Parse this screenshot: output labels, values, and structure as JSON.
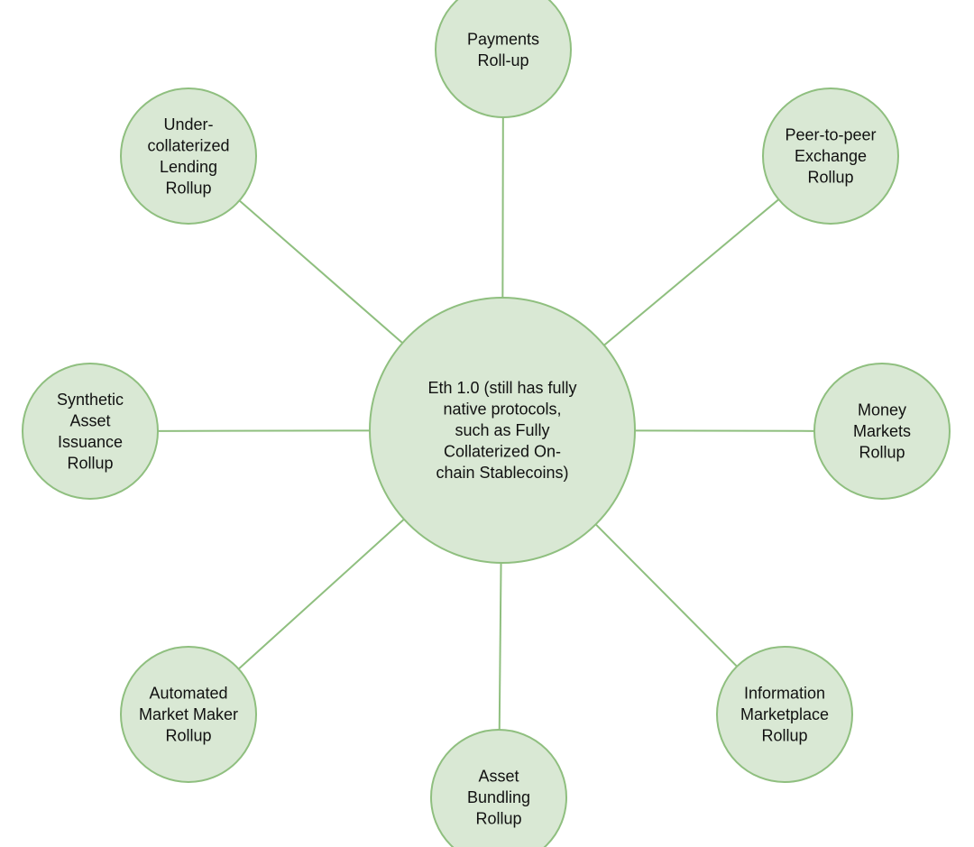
{
  "diagram": {
    "center": {
      "lines": [
        "Eth 1.0 (still has fully",
        "native protocols,",
        "such as Fully",
        "Collaterized On-",
        "chain Stablecoins)"
      ]
    },
    "nodes": [
      {
        "id": "payments",
        "lines": [
          "Payments",
          "Roll-up"
        ]
      },
      {
        "id": "peer-to-peer-exchange",
        "lines": [
          "Peer-to-peer",
          "Exchange",
          "Rollup"
        ]
      },
      {
        "id": "money-markets",
        "lines": [
          "Money",
          "Markets",
          "Rollup"
        ]
      },
      {
        "id": "information-marketplace",
        "lines": [
          "Information",
          "Marketplace",
          "Rollup"
        ]
      },
      {
        "id": "asset-bundling",
        "lines": [
          "Asset",
          "Bundling",
          "Rollup"
        ]
      },
      {
        "id": "automated-market-maker",
        "lines": [
          "Automated",
          "Market Maker",
          "Rollup"
        ]
      },
      {
        "id": "synthetic-asset-issuance",
        "lines": [
          "Synthetic",
          "Asset",
          "Issuance",
          "Rollup"
        ]
      },
      {
        "id": "under-collateralized-lending",
        "lines": [
          "Under-",
          "collaterized",
          "Lending",
          "Rollup"
        ]
      }
    ],
    "colors": {
      "fill": "#d9e8d4",
      "stroke": "#8fbf7f",
      "text": "#111111"
    }
  }
}
